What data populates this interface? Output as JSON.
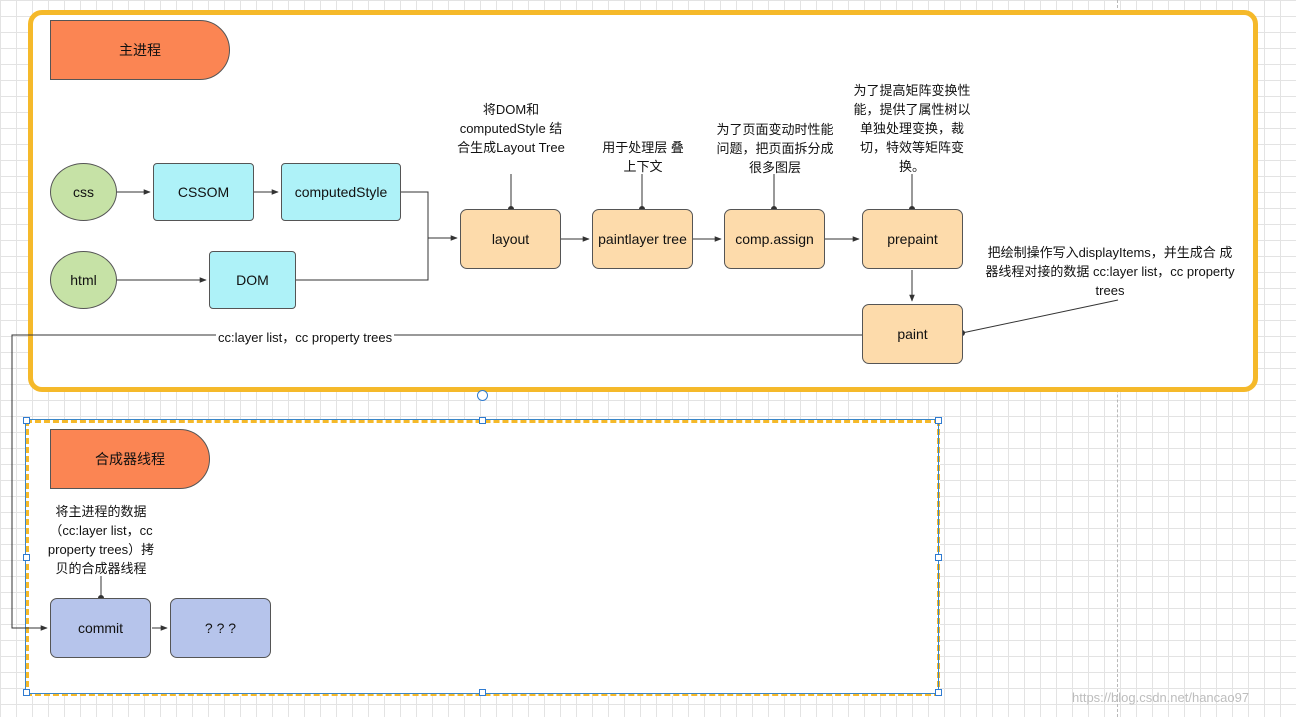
{
  "main_thread": {
    "title": "主进程",
    "nodes": {
      "css": "css",
      "html": "html",
      "cssom": "CSSOM",
      "computed_style": "computedStyle",
      "dom": "DOM",
      "layout": "layout",
      "paintlayer_tree": "paintlayer tree",
      "comp_assign": "comp.assign",
      "prepaint": "prepaint",
      "paint": "paint"
    },
    "notes": {
      "layout": "将DOM和 computedStyle 结合生成Layout Tree",
      "paintlayer_tree": "用于处理层 叠上下文",
      "comp_assign": "为了页面变动时性能 问题，把页面拆分成 很多图层",
      "prepaint": "为了提高矩阵变换性 能，提供了属性树以 单独处理变换，裁 切，特效等矩阵变 换。",
      "paint": "把绘制操作写入displayItems，并生成合 成器线程对接的数据 cc:layer list，cc property trees"
    },
    "edge_label": "cc:layer list，cc property trees"
  },
  "compositor_thread": {
    "title": "合成器线程",
    "nodes": {
      "commit": "commit",
      "unknown": "? ? ?"
    },
    "notes": {
      "commit": "将主进程的数据 （cc:layer list，cc property trees）拷 贝的合成器线程"
    }
  },
  "watermark": "https://blog.csdn.net/hancao97",
  "colors": {
    "frame_border": "#f5b92a",
    "header_fill": "#fb8553",
    "circle_fill": "#c6e2a6",
    "cyan_fill": "#aef2f8",
    "peach_fill": "#fddbab",
    "blue_fill": "#b6c4eb",
    "selection": "#2f7bd1"
  }
}
